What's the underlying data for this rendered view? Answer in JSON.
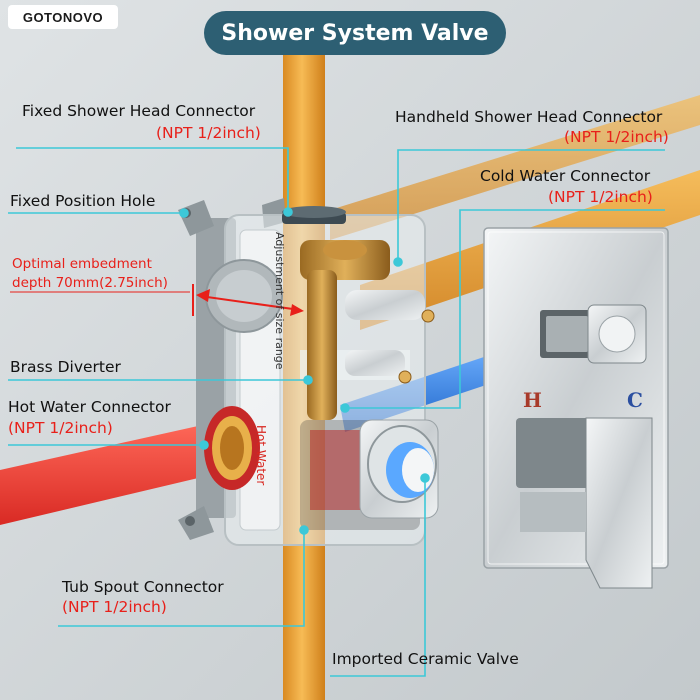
{
  "brand": {
    "logo_text": "GOTONOVO"
  },
  "title": "Shower System Valve",
  "labels": {
    "fixed_head": {
      "name": "Fixed Shower Head Connector",
      "spec": "(NPT 1/2inch)"
    },
    "handheld_head": {
      "name": "Handheld Shower Head Connector",
      "spec": "(NPT 1/2inch)"
    },
    "cold_water": {
      "name": "Cold Water Connector",
      "spec": "(NPT 1/2inch)"
    },
    "fixed_hole": {
      "name": "Fixed Position Hole"
    },
    "embedment": {
      "line1": "Optimal embedment",
      "line2": "depth 70mm(2.75inch)"
    },
    "brass_diverter": {
      "name": "Brass Diverter"
    },
    "hot_water": {
      "name": "Hot Water Connector",
      "spec": "(NPT 1/2inch)"
    },
    "tub_spout": {
      "name": "Tub Spout Connector",
      "spec": "(NPT 1/2inch)"
    },
    "ceramic_valve": {
      "name": "Imported Ceramic Valve"
    }
  },
  "trim_letters": {
    "hot": "H",
    "cold": "C"
  },
  "box_text": {
    "hot_water": "Hot Water",
    "adjust": "Adjustment of size range"
  },
  "colors": {
    "title_bg": "#2d5f73",
    "spec_red": "#e8201a",
    "leader_cyan": "#3cc8d8",
    "pipe_orange": "#f0a030",
    "pipe_red": "#e8423c",
    "pipe_blue": "#2f7fd8"
  }
}
